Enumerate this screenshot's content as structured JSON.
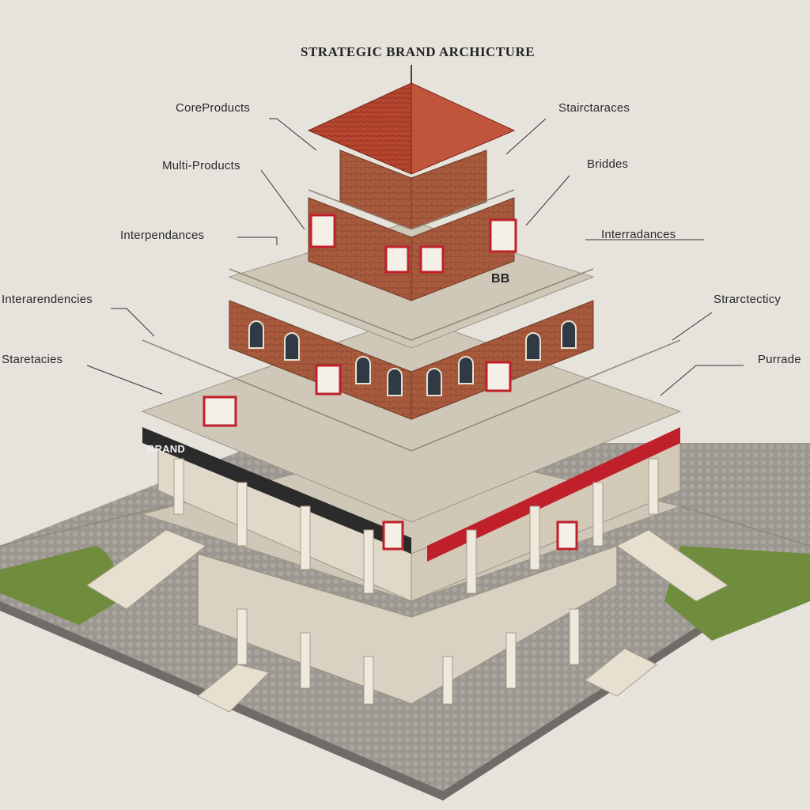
{
  "title": "STRATEGIC BRAND ARCHICTURE",
  "labels_left": [
    "CoreProducts",
    "Multi-Products",
    "Interpendances",
    "Interarendencies",
    "Staretacies"
  ],
  "labels_right": [
    "Stairctaraces",
    "Briddes",
    "Interradances",
    "Strarctecticy",
    "Purrade"
  ],
  "signs": [
    "BRAND",
    "BB"
  ],
  "colors": {
    "background": "#e6e3dc",
    "roof": "#b5452f",
    "brick": "#a85a3c",
    "stone": "#e8e1d2",
    "sign_red": "#c0202a",
    "band_dark": "#2b2b2b",
    "lawn": "#6f8d3c"
  }
}
